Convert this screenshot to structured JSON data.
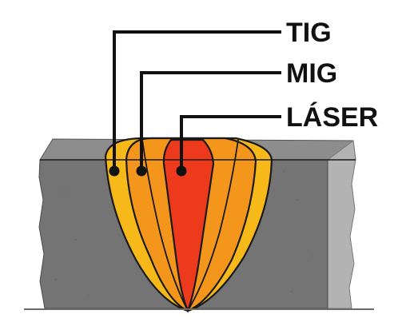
{
  "labels": {
    "tig": "TIG",
    "mig": "MIG",
    "laser": "LÁSER"
  },
  "colors": {
    "plate_face": "#747474",
    "plate_top": "#8d8d8d",
    "plate_side": "#b3b3b3",
    "tig_zone": "#f7b81a",
    "mig_zone": "#f5961c",
    "laser_zone": "#ee3a1c",
    "outline": "#1a1a1a"
  }
}
